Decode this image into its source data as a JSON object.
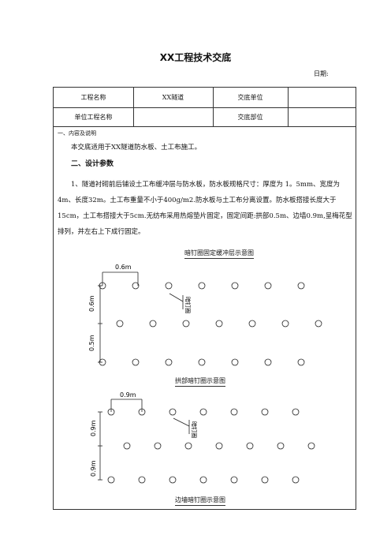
{
  "doc": {
    "title": "XX工程技术交底",
    "date_label": "日期:"
  },
  "table": {
    "r1": {
      "label1": "工程名称",
      "value1": "XX隧道",
      "label2": "交底单位",
      "value2": ""
    },
    "r2": {
      "label1": "单位工程名称",
      "value1": "",
      "label2": "交底部位",
      "value2": ""
    }
  },
  "content": {
    "section": "一、内容及说明",
    "intro": "本交底适用于XX隧道防水板、土工布施工。",
    "heading": "二、设计参数",
    "p1": "1、隧道衬砌前后铺设土工布缓冲层与防水板，防水板规格尺寸：厚度为 1。5mm、宽度为 4m、长度32m。土工布重量不小于400g/m2.防水板与土工布分离设置。防水板搭接长度大于 15cm，土工布搭接大于5cm.无纺布采用热熔垫片固定，固定间距:拱部0.5m、边墙0.9m,呈梅花型排列，并左右上下成行固定。"
  },
  "diagram1": {
    "title": "暗钉圈固定缓冲层示意图",
    "dim_h": "0.6m",
    "dim_v1": "0.6m",
    "dim_v2": "0.5m",
    "label": "暗钉圈",
    "caption": "拱部暗钉圈示意图"
  },
  "diagram2": {
    "dim_h": "0.9m",
    "dim_v1": "0.9m",
    "dim_v2": "0.9m",
    "label": "暗钉圈",
    "caption": "边墙暗钉圈示意图"
  }
}
